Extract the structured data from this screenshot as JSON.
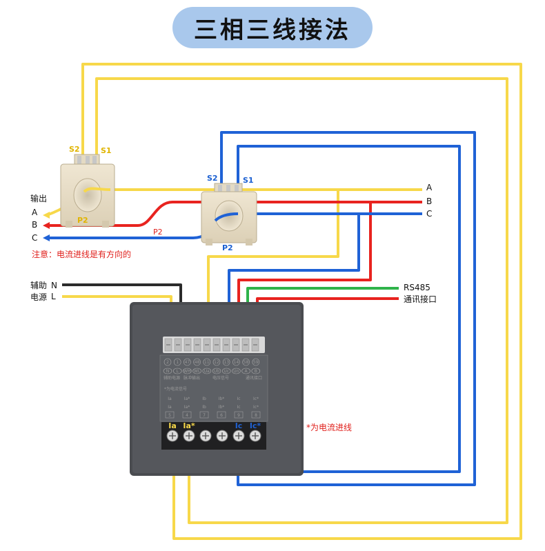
{
  "title": "三相三线接法",
  "ct_left": {
    "s2": "S2",
    "s1": "S1",
    "p2": "P2"
  },
  "ct_right": {
    "s2": "S2",
    "s1": "S1",
    "p2": "P2"
  },
  "output": {
    "title": "输出",
    "a": "A",
    "b": "B",
    "c": "C",
    "p2_line": "P2"
  },
  "phases": {
    "a": "A",
    "b": "B",
    "c": "C"
  },
  "note": "注意：电流进线是有方向的",
  "aux": {
    "l1": "辅助",
    "l2": "电源",
    "n": "N",
    "l": "L"
  },
  "rs485": {
    "l1": "RS485",
    "l2": "通讯接口"
  },
  "meter": {
    "top_numbers": [
      "2",
      "1",
      "47",
      "48",
      "11",
      "12",
      "13",
      "14",
      "58",
      "59"
    ],
    "top_names": [
      "N",
      "L",
      "WH",
      "WL",
      "Ua",
      "Ub",
      "Uc",
      "Un",
      "A",
      "B"
    ],
    "top_groups": [
      "辅助电源",
      "脉冲输出",
      "电压信号",
      "通讯接口"
    ],
    "sub_note": "*为电流信号",
    "current_names": [
      "Ia",
      "Ia*",
      "Ib",
      "Ib*",
      "Ic",
      "Ic*"
    ],
    "current_numbers": [
      "5",
      "4",
      "7",
      "6",
      "9",
      "8"
    ],
    "term_labels": [
      "Ia",
      "Ia*",
      "",
      "",
      "Ic",
      "Ic*"
    ]
  },
  "current_note": "*为电流进线",
  "colors": {
    "yellow": "#f7d84a",
    "red": "#e8231f",
    "blue": "#1f62d6",
    "green": "#2fb34a",
    "black": "#2b2b2b"
  }
}
